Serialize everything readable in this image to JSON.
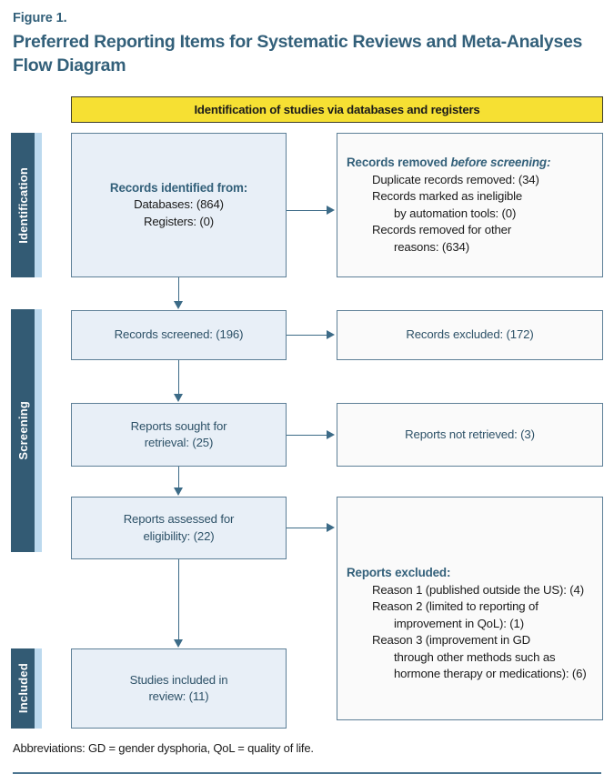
{
  "figure": {
    "label": "Figure 1.",
    "title": "Preferred Reporting Items for Systematic Reviews and Meta-Analyses Flow Diagram"
  },
  "banner": {
    "text": "Identification of studies via databases and registers",
    "background_color": "#f6e033"
  },
  "colors": {
    "stage_bar": "#335b74",
    "stage_strip": "#bcd9ee",
    "left_box_fill": "#e8eff7",
    "right_box_fill": "#fafafa",
    "box_border": "#5d7f97",
    "heading_text": "#33607a",
    "connector": "#3c6b87"
  },
  "stages": [
    {
      "name": "identification",
      "label": "Identification"
    },
    {
      "name": "screening",
      "label": "Screening"
    },
    {
      "name": "included",
      "label": "Included"
    }
  ],
  "boxes": {
    "records_identified": {
      "heading": "Records identified from:",
      "lines": [
        "Databases: (864)",
        "Registers: (0)"
      ]
    },
    "records_removed": {
      "heading_plain": "Records removed ",
      "heading_italic": "before screening:",
      "lines": [
        {
          "text": "Duplicate records removed: (34)",
          "indent": 1
        },
        {
          "text": "Records marked as ineligible",
          "indent": 1
        },
        {
          "text": "by automation tools: (0)",
          "indent": 2
        },
        {
          "text": "Records removed for other",
          "indent": 1
        },
        {
          "text": "reasons: (634)",
          "indent": 2
        }
      ]
    },
    "records_screened": {
      "text": "Records screened: (196)"
    },
    "records_excluded": {
      "text": "Records excluded: (172)"
    },
    "reports_sought": {
      "line1": "Reports sought for",
      "line2": "retrieval: (25)"
    },
    "reports_not_retrieved": {
      "text": "Reports not retrieved: (3)"
    },
    "reports_assessed": {
      "line1": "Reports assessed for",
      "line2": "eligibility: (22)"
    },
    "reports_excluded": {
      "heading": "Reports excluded:",
      "lines": [
        {
          "text": "Reason 1 (published outside the US): (4)",
          "indent": 1
        },
        {
          "text": "Reason 2 (limited to reporting of",
          "indent": 1
        },
        {
          "text": "improvement in QoL):  (1)",
          "indent": 2
        },
        {
          "text": "Reason 3 (improvement in GD",
          "indent": 1
        },
        {
          "text": "through other methods such as",
          "indent": 2
        },
        {
          "text": "hormone therapy or medications): (6)",
          "indent": 2
        }
      ]
    },
    "studies_included": {
      "line1": "Studies included in",
      "line2": "review: (11)"
    }
  },
  "footnote": {
    "text": "Abbreviations: GD = gender dysphoria, QoL = quality of life."
  }
}
